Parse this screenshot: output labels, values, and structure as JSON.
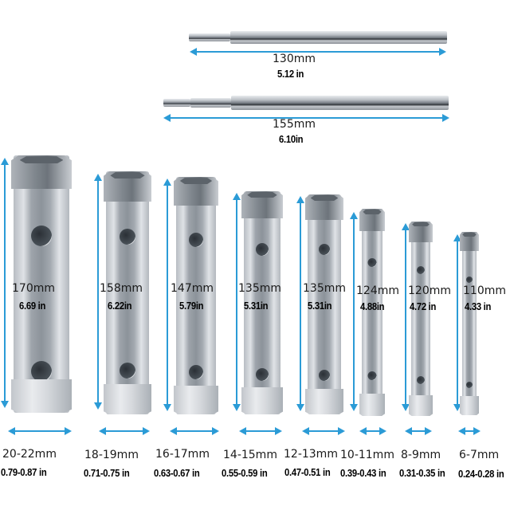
{
  "rods": [
    {
      "length_mm": "130mm",
      "length_in": "5.12 in"
    },
    {
      "length_mm": "155mm",
      "length_in": "6.10in"
    }
  ],
  "wrenches": [
    {
      "length_mm": "170mm",
      "length_in": "6.69 in",
      "size_mm": "20-22mm",
      "size_in": "0.79-0.87 in"
    },
    {
      "length_mm": "158mm",
      "length_in": "6.22in",
      "size_mm": "18-19mm",
      "size_in": "0.71-0.75 in"
    },
    {
      "length_mm": "147mm",
      "length_in": "5.79in",
      "size_mm": "16-17mm",
      "size_in": "0.63-0.67 in"
    },
    {
      "length_mm": "135mm",
      "length_in": "5.31in",
      "size_mm": "14-15mm",
      "size_in": "0.55-0.59 in"
    },
    {
      "length_mm": "135mm",
      "length_in": "5.31in",
      "size_mm": "12-13mm",
      "size_in": "0.47-0.51 in"
    },
    {
      "length_mm": "124mm",
      "length_in": "4.88in",
      "size_mm": "10-11mm",
      "size_in": "0.39-0.43 in"
    },
    {
      "length_mm": "120mm",
      "length_in": "4.72 in",
      "size_mm": "8-9mm",
      "size_in": "0.31-0.35 in"
    },
    {
      "length_mm": "110mm",
      "length_in": "4.33 in",
      "size_mm": "6-7mm",
      "size_in": "0.24-0.28 in"
    }
  ],
  "colors": {
    "arrow": "#2b9bd6",
    "text": "#1a1a1a",
    "background": "#ffffff"
  }
}
